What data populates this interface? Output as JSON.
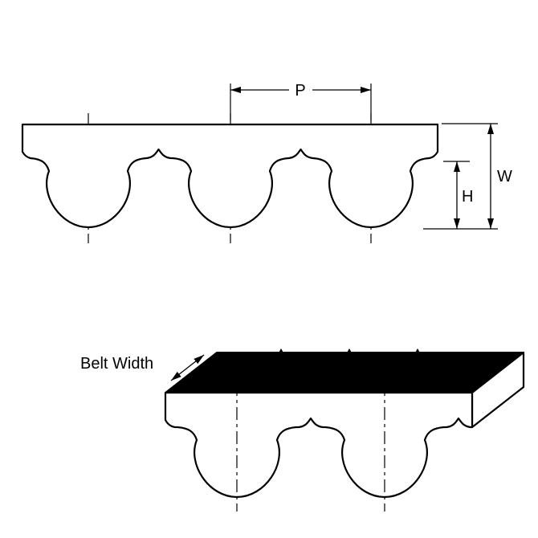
{
  "diagram": {
    "type": "technical-drawing",
    "subject": "toothed-belt-profile",
    "background_color": "#ffffff",
    "line_color": "#000000",
    "top_face_fill": "#000000",
    "labels": {
      "pitch": "P",
      "belt_height": "W",
      "tooth_height": "H",
      "belt_width": "Belt Width"
    },
    "views": {
      "profile_view": "belt cross-section with three teeth and dimensions P, W, H",
      "iso_view": "3D belt segment with Belt Width annotation"
    }
  }
}
